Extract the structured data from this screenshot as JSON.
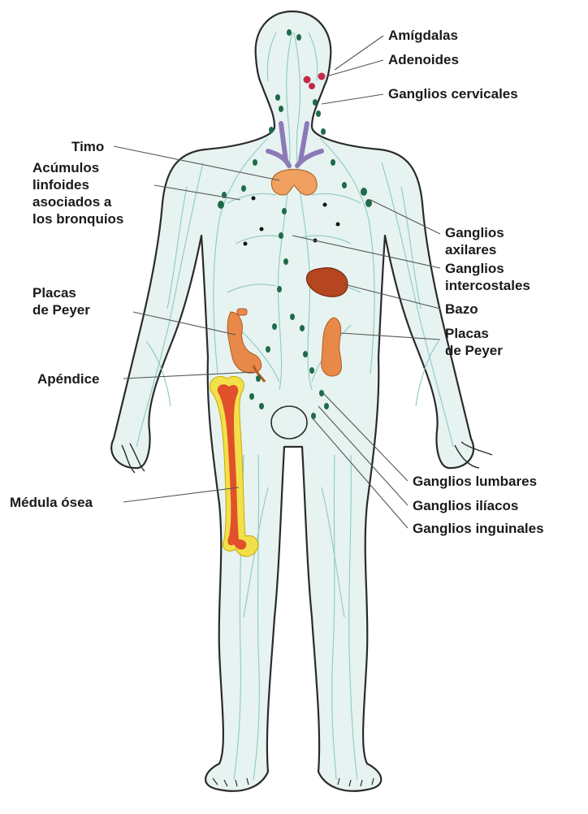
{
  "labels": {
    "amigdalas": "Amígdalas",
    "adenoides": "Adenoides",
    "ganglios_cervicales": "Ganglios cervicales",
    "timo": "Timo",
    "acumulos": [
      "Acúmulos",
      "linfoides",
      "asociados a",
      "los bronquios"
    ],
    "ganglios_axilares": [
      "Ganglios",
      "axilares"
    ],
    "ganglios_intercostales": [
      "Ganglios",
      "intercostales"
    ],
    "bazo": "Bazo",
    "placas_peyer_left": [
      "Placas",
      "de Peyer"
    ],
    "placas_peyer_right": [
      "Placas",
      "de Peyer"
    ],
    "apendice": "Apéndice",
    "ganglios_lumbares": "Ganglios lumbares",
    "ganglios_iliacos": "Ganglios ilíacos",
    "ganglios_inguinales": "Ganglios inguinales",
    "medula_osea": "Médula ósea"
  },
  "colors": {
    "body_fill": "#e6f3f1",
    "body_outline": "#2b2b2b",
    "vessels": "#8ec9c3",
    "lymph_nodes": "#1f6b49",
    "thymus": "#f0a060",
    "spleen": "#b5461f",
    "intestine": "#e8894a",
    "bone_marrow": "#e0502a",
    "bone_outline": "#f2e04a",
    "tonsils": "#c8284a",
    "veins": "#8c7ab8",
    "leader_lines": "#555555"
  }
}
